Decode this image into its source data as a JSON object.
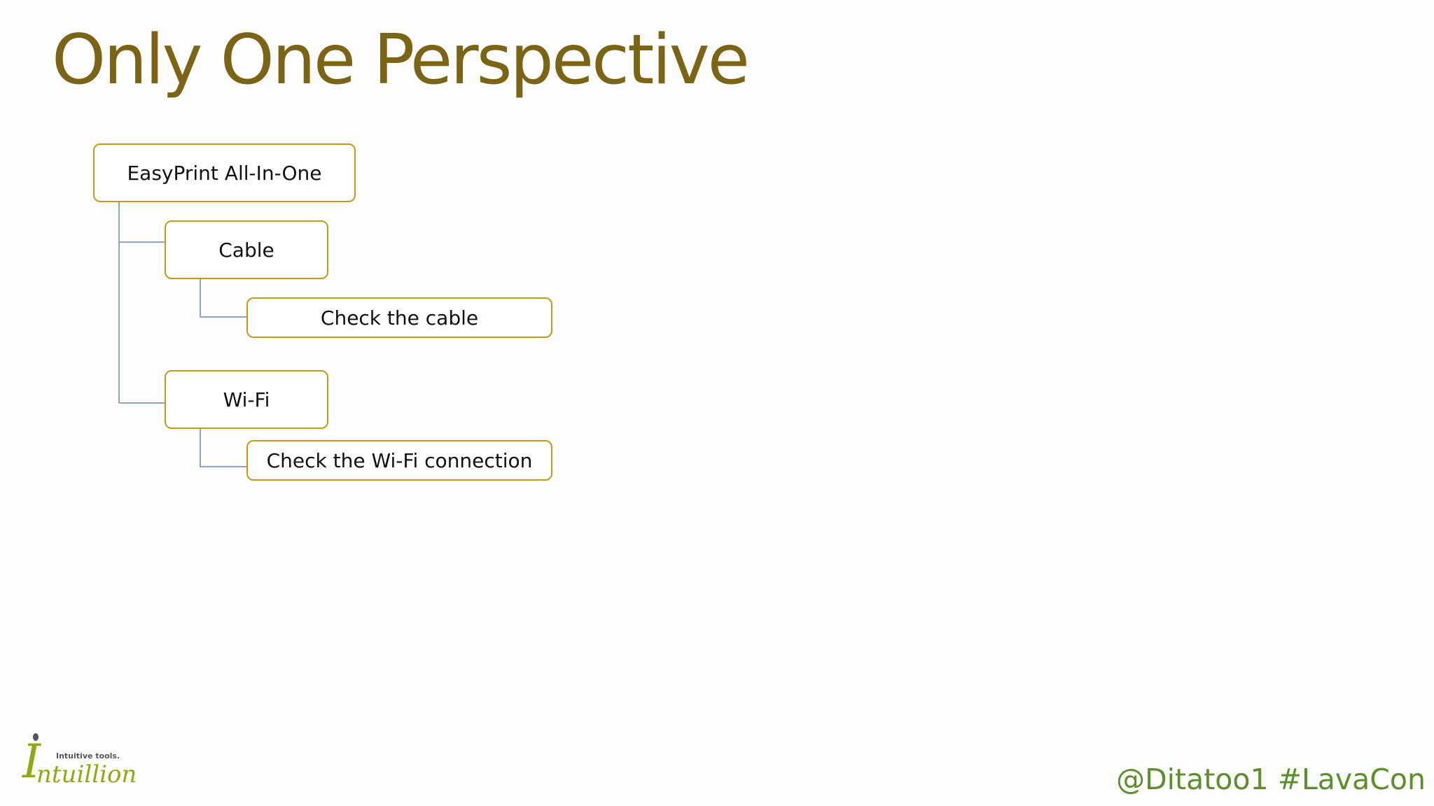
{
  "slide": {
    "title": "Only One Perspective"
  },
  "diagram": {
    "root": "EasyPrint All-In-One",
    "branches": [
      {
        "label": "Cable",
        "child": "Check the cable"
      },
      {
        "label": "Wi-Fi",
        "child": "Check the Wi-Fi connection"
      }
    ]
  },
  "logo": {
    "tagline": "Intuitive tools.",
    "initial": "I",
    "word": "ntuillion"
  },
  "footer": {
    "handle": "@Ditatoo1 #LavaCon"
  },
  "colors": {
    "title": "#7b6416",
    "node_border": "#c59a1c",
    "connector": "#7f97c6",
    "logo_green": "#8fa914",
    "footer_green": "#5a8f2a"
  }
}
